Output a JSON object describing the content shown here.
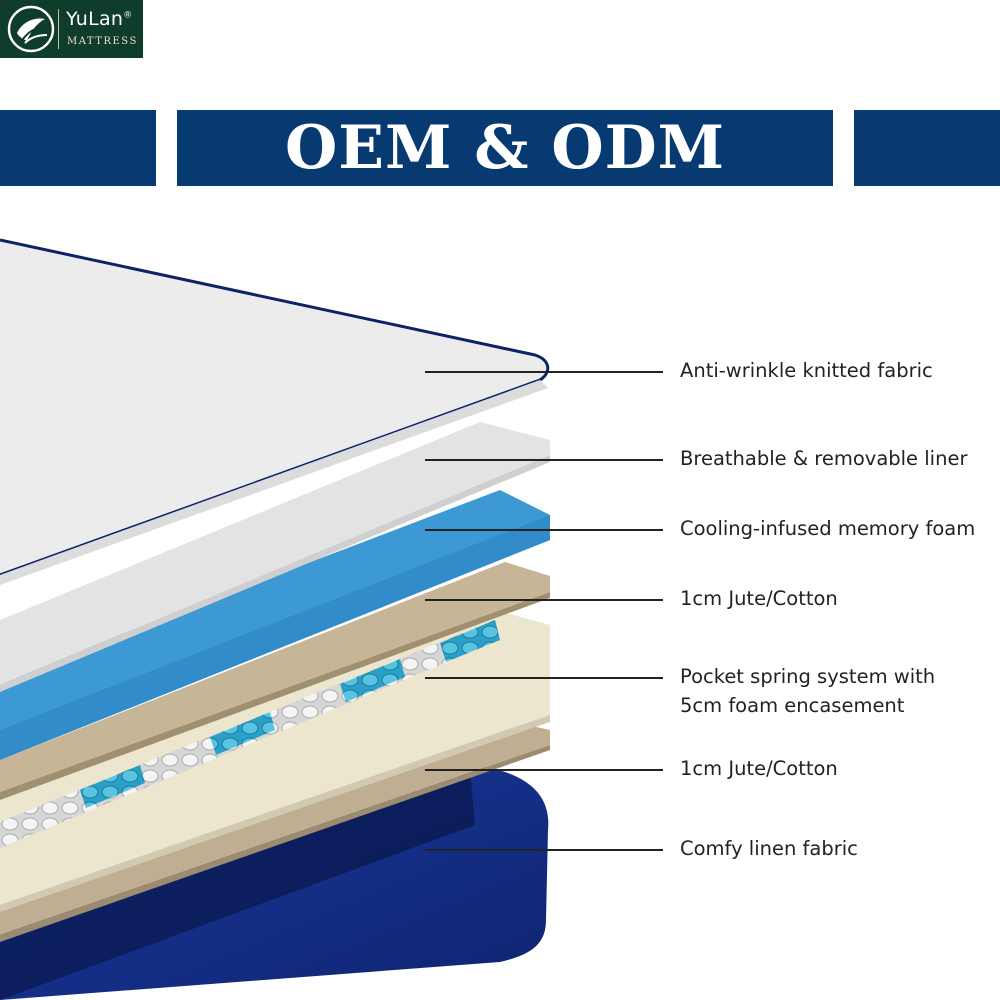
{
  "brand": {
    "name": "YuLan",
    "registered": "®",
    "subtitle": "MATTRESS"
  },
  "banner": {
    "title": "OEM & ODM"
  },
  "layers": [
    {
      "label": "Anti-wrinkle knitted fabric"
    },
    {
      "label": "Breathable & removable liner"
    },
    {
      "label": "Cooling-infused memory foam"
    },
    {
      "label": "1cm Jute/Cotton"
    },
    {
      "label": "Pocket spring system with",
      "label2": "5cm foam encasement"
    },
    {
      "label": "1cm Jute/Cotton"
    },
    {
      "label": "Comfy linen fabric"
    }
  ],
  "colors": {
    "brand_green": "#0f3d2b",
    "banner_blue": "#083a72",
    "top_fabric": "#ececec",
    "cooling_foam": "#3c99d4",
    "jute": "#c7b597",
    "foam_encasement": "#ece6cf",
    "linen_fabric": "#16328a"
  }
}
